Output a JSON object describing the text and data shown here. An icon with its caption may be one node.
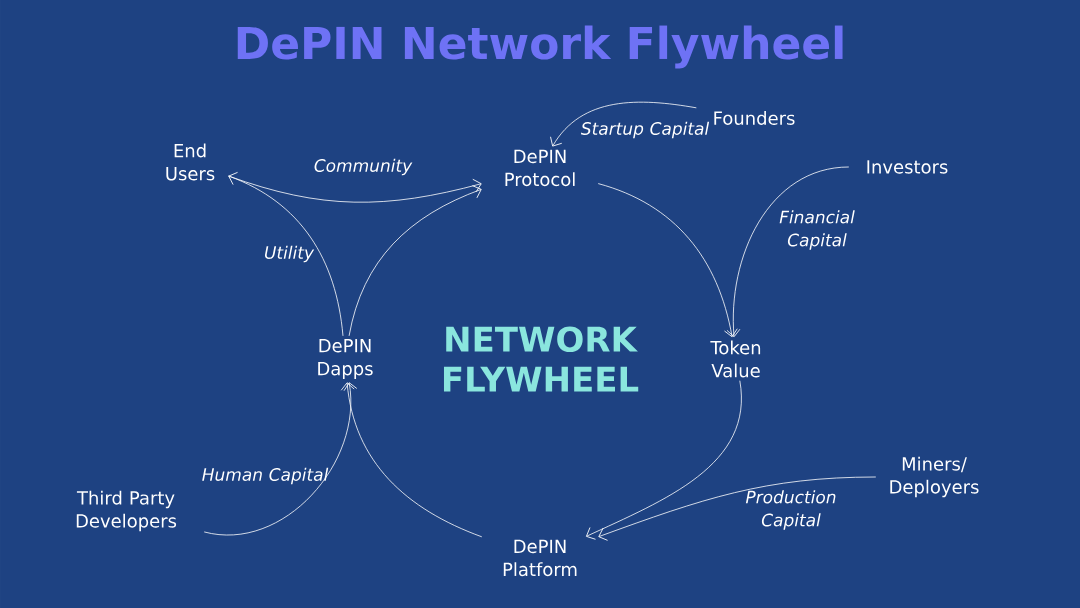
{
  "diagram": {
    "title": "DePIN Network Flywheel",
    "nodes": [
      {
        "text": [
          "End Users"
        ]
      },
      {
        "text": [
          "DePIN Protocol"
        ]
      },
      {
        "text": [
          "Founders"
        ]
      },
      {
        "text": [
          "Investors"
        ]
      },
      {
        "text": [
          "Token Value"
        ]
      },
      {
        "text": [
          "DePIN Dapps"
        ]
      },
      {
        "text": [
          "Miners/ Deployers"
        ]
      },
      {
        "text": [
          "Third Party Developers"
        ]
      },
      {
        "text": [
          "DePIN Platform"
        ]
      }
    ],
    "edges": [
      {
        "from": 2,
        "to": 1,
        "arrow": "to",
        "label": "Startup Capital"
      },
      {
        "from": 1,
        "to": 4,
        "arrow": "to"
      },
      {
        "from": 3,
        "to": 4,
        "arrow": "to",
        "label": "Financial Capital"
      },
      {
        "from": 4,
        "to": 8,
        "arrow": "to"
      },
      {
        "from": 6,
        "to": 8,
        "arrow": "to",
        "label": "Production Capital"
      },
      {
        "from": 8,
        "to": 5,
        "arrow": "to"
      },
      {
        "from": 7,
        "to": 5,
        "arrow": "to",
        "label": "Human Capital"
      },
      {
        "from": 5,
        "to": 0,
        "arrow": "to",
        "label": "Utility"
      },
      {
        "from": 5,
        "to": 1,
        "arrow": "to"
      },
      {
        "from": 0,
        "to": 1,
        "arrow": "to",
        "label": "Community"
      }
    ],
    "labels": [
      "NETWORK FLYWHEEL"
    ]
  }
}
